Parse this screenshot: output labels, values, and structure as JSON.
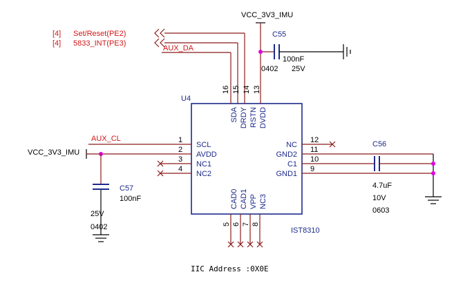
{
  "chip": {
    "ref": "U4",
    "part": "IST8310",
    "left_pins": [
      {
        "num": "1",
        "name": "SCL"
      },
      {
        "num": "2",
        "name": "AVDD"
      },
      {
        "num": "3",
        "name": "NC1"
      },
      {
        "num": "4",
        "name": "NC2"
      }
    ],
    "right_pins": [
      {
        "num": "12",
        "name": "NC"
      },
      {
        "num": "11",
        "name": "GND2"
      },
      {
        "num": "10",
        "name": "C1"
      },
      {
        "num": "9",
        "name": "GND1"
      }
    ],
    "top_pins": [
      {
        "num": "16",
        "name": "SDA"
      },
      {
        "num": "15",
        "name": "DRDY"
      },
      {
        "num": "14",
        "name": "RSTN"
      },
      {
        "num": "13",
        "name": "DVDD"
      }
    ],
    "bottom_pins": [
      {
        "num": "5",
        "name": "CAD0"
      },
      {
        "num": "6",
        "name": "CAD1"
      },
      {
        "num": "7",
        "name": "VPP"
      },
      {
        "num": "8",
        "name": "NC3"
      }
    ]
  },
  "nets": {
    "vcc_top": "VCC_3V3_IMU",
    "vcc_left": "VCC_3V3_IMU",
    "aux_da": "AUX_DA",
    "aux_cl": "AUX_CL"
  },
  "offpage": [
    {
      "ref": "[4]",
      "label": "Set/Reset(PE2)"
    },
    {
      "ref": "[4]",
      "label": "5833_INT(PE3)"
    }
  ],
  "capacitors": {
    "c55": {
      "ref": "C55",
      "value": "100nF",
      "package": "0402",
      "voltage": "25V"
    },
    "c56": {
      "ref": "C56",
      "value": "4.7uF",
      "voltage": "10V",
      "package": "0603"
    },
    "c57": {
      "ref": "C57",
      "value": "100nF",
      "voltage": "25V",
      "package": "0402"
    }
  },
  "note": "IIC Address :0X0E"
}
